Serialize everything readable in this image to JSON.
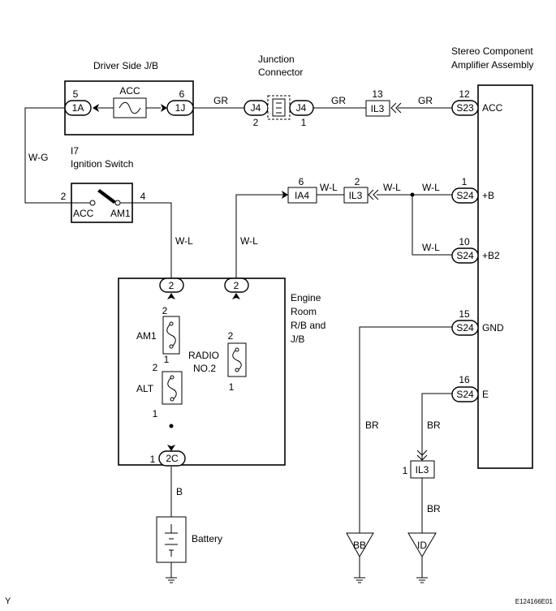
{
  "blocks": {
    "driver_jb": "Driver Side J/B",
    "junction_connector": [
      "Junction",
      "Connector"
    ],
    "amplifier": [
      "Stereo Component",
      "Amplifier Assembly"
    ],
    "ignition_switch": [
      "I7",
      "Ignition Switch"
    ],
    "engine_room": [
      "Engine",
      "Room",
      "R/B and",
      "J/B"
    ],
    "battery": "Battery"
  },
  "connectors": {
    "jb_1a": "1A",
    "jb_1j": "1J",
    "j4_left": "J4",
    "j4_right": "J4",
    "il3_top": "IL3",
    "s23": "S23",
    "ia4": "IA4",
    "il3_mid": "IL3",
    "s24_b": "S24",
    "s24_b2": "S24",
    "s24_gnd": "S24",
    "s24_e": "S24",
    "er_2_left": "2",
    "er_2_right": "2",
    "er_2c": "2C",
    "il3_bottom": "IL3",
    "ground_bb": "BB",
    "ground_id": "ID"
  },
  "pins": {
    "jb_1a": "5",
    "jb_1j": "6",
    "j4_left": "2",
    "j4_right": "1",
    "il3_top": "13",
    "s23": "12",
    "ign_acc": "2",
    "ign_am1": "4",
    "ia4": "6",
    "il3_mid": "2",
    "s24_b": "1",
    "s24_b2": "10",
    "s24_gnd": "15",
    "s24_e": "16",
    "am1_top": "2",
    "am1_bottom": "1",
    "alt_top": "2",
    "alt_bottom": "1",
    "radio_top": "2",
    "radio_bottom": "1",
    "er_2c": "1",
    "il3_bottom": "1"
  },
  "components": {
    "acc_fuse": "ACC",
    "am1_fuse": "AM1",
    "alt_fuse": "ALT",
    "radio_fuse": [
      "RADIO",
      "NO.2"
    ],
    "ign_acc": "ACC",
    "ign_am1": "AM1"
  },
  "terminals": {
    "acc": "ACC",
    "b": "+B",
    "b2": "+B2",
    "gnd": "GND",
    "e": "E"
  },
  "wires": {
    "gr_1": "GR",
    "gr_2": "GR",
    "gr_3": "GR",
    "wg": "W-G",
    "wl_ign": "W-L",
    "wl_er": "W-L",
    "wl_1": "W-L",
    "wl_2": "W-L",
    "wl_b": "W-L",
    "wl_b2": "W-L",
    "br_gnd": "BR",
    "br_e": "BR",
    "br_il3": "BR",
    "b_batt": "B"
  },
  "footer": {
    "corner": "Y",
    "code": "E124166E01"
  }
}
